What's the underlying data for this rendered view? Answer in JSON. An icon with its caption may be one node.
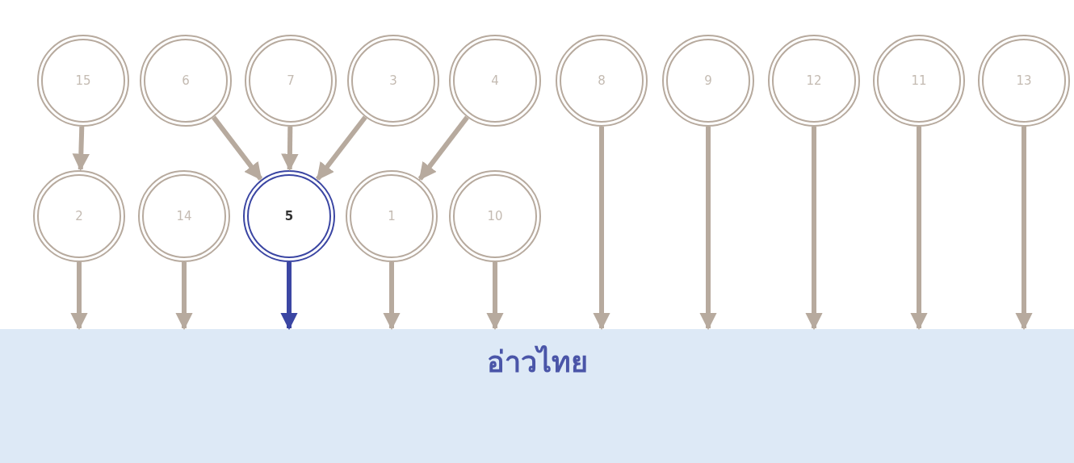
{
  "diagram": {
    "nodes": [
      {
        "text": [
          "15"
        ]
      },
      {
        "text": [
          "6"
        ]
      },
      {
        "text": [
          "7"
        ]
      },
      {
        "text": [
          "3"
        ]
      },
      {
        "text": [
          "4"
        ]
      },
      {
        "text": [
          "8"
        ]
      },
      {
        "text": [
          "9"
        ]
      },
      {
        "text": [
          "12"
        ]
      },
      {
        "text": [
          "11"
        ]
      },
      {
        "text": [
          "13"
        ]
      },
      {
        "text": [
          "2"
        ]
      },
      {
        "text": [
          "14"
        ]
      },
      {
        "text": [
          "5"
        ]
      },
      {
        "text": [
          "1"
        ]
      },
      {
        "text": [
          "10"
        ]
      },
      {
        "text": [
          "อ่าวไทย"
        ]
      }
    ],
    "edges": [
      {
        "from": 0,
        "to": 10,
        "arrow": "to"
      },
      {
        "from": 1,
        "to": 12,
        "arrow": "to"
      },
      {
        "from": 2,
        "to": 12,
        "arrow": "to"
      },
      {
        "from": 3,
        "to": 12,
        "arrow": "to"
      },
      {
        "from": 4,
        "to": 13,
        "arrow": "to"
      },
      {
        "from": 5,
        "to": 15,
        "arrow": "to"
      },
      {
        "from": 6,
        "to": 15,
        "arrow": "to"
      },
      {
        "from": 7,
        "to": 15,
        "arrow": "to"
      },
      {
        "from": 8,
        "to": 15,
        "arrow": "to"
      },
      {
        "from": 9,
        "to": 15,
        "arrow": "to"
      },
      {
        "from": 10,
        "to": 15,
        "arrow": "to"
      },
      {
        "from": 11,
        "to": 15,
        "arrow": "to"
      },
      {
        "from": 12,
        "to": 15,
        "arrow": "to",
        "color": "#3b46a3"
      },
      {
        "from": 13,
        "to": 15,
        "arrow": "to"
      },
      {
        "from": 14,
        "to": 15,
        "arrow": "to"
      }
    ]
  }
}
